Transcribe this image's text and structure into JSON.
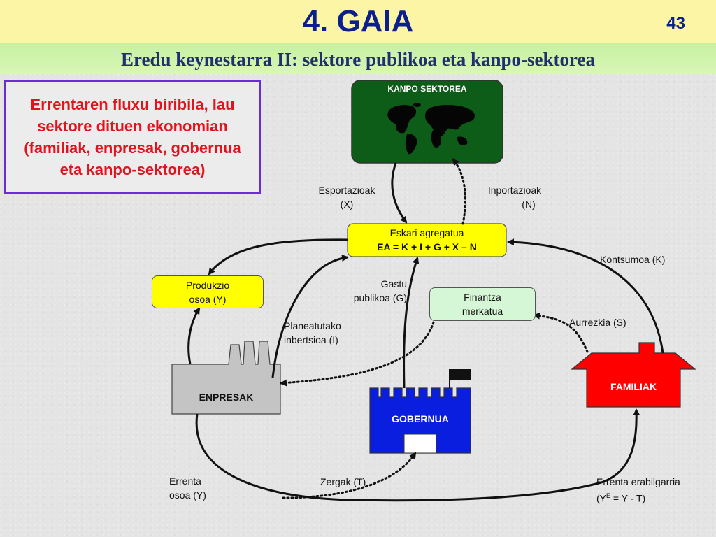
{
  "header": {
    "title": "4. GAIA",
    "page_number": "43"
  },
  "subtitle": "Eredu keynestarra II: sektore publikoa eta kanpo-sektorea",
  "intro": "Errentaren fluxu biribila, lau sektore dituen ekonomian (familiak, enpresak, gobernua eta kanpo-sektorea)",
  "nodes": {
    "kanpo": "KANPO SEKTOREA",
    "eskari_line1": "Eskari agregatua",
    "eskari_line2": "EA = K + I + G + X – N",
    "produkzio_line1": "Produkzio",
    "produkzio_line2": "osoa (Y)",
    "finantza_line1": "Finantza",
    "finantza_line2": "merkatua",
    "enpresak": "ENPRESAK",
    "gobernua": "GOBERNUA",
    "familiak": "FAMILIAK"
  },
  "flows": {
    "esport_1": "Esportazioak",
    "esport_2": "(X)",
    "inport_1": "Inportazioak",
    "inport_2": "(N)",
    "kontsumoa": "Kontsumoa (K)",
    "gastu_1": "Gastu",
    "gastu_2": "publikoa (G)",
    "inbertsio_1": "Planeatutako",
    "inbertsio_2": "inbertsioa (I)",
    "aurrezkia": "Aurrezkia (S)",
    "errenta_1": "Errenta",
    "errenta_2": "osoa (Y)",
    "zergak": "Zergak (T)",
    "erabilgarria_1": "Errenta erabilgarria",
    "erabilgarria_2a": "(Y",
    "erabilgarria_sup": "E",
    "erabilgarria_2b": " = Y - T)"
  },
  "colors": {
    "title_bg": "#fbf5a5",
    "title_text": "#0b1f8f",
    "subtitle_bg": "#c6f1a0",
    "intro_text": "#e0141c",
    "intro_border": "#6a2cd6",
    "kanpo": "#0d5c18",
    "eskari": "#ffff00",
    "finantza": "#d5f7d5",
    "enpresak": "#c4c4c4",
    "gobernua": "#0a1ee0",
    "familiak": "#ff0000"
  }
}
